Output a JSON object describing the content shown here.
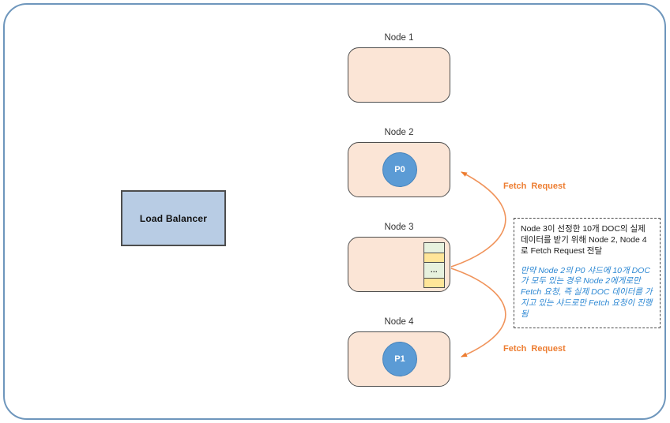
{
  "load_balancer": {
    "label": "Load Balancer"
  },
  "nodes": [
    {
      "label": "Node 1"
    },
    {
      "label": "Node 2",
      "shard": "P0"
    },
    {
      "label": "Node 3",
      "buffer_dots": "..."
    },
    {
      "label": "Node 4",
      "shard": "P1"
    }
  ],
  "fetch_requests": [
    {
      "label": "Fetch Request"
    },
    {
      "label": "Fetch Request"
    }
  ],
  "note": {
    "primary_text": "Node 3이 선정한 10개 DOC의 실제 데이터를 받기 위해 Node 2, Node 4로 Fetch Request 전달",
    "secondary_text": "만약 Node 2의 P0 샤드에 10개 DOC가 모두 있는 경우 Node 2에게로만 Fetch 요청, 즉 실제 DOC 데이터를 가지고 있는 샤드로만 Fetch 요청이 진행됨"
  },
  "colors": {
    "node_fill": "#FBE5D6",
    "node_border": "#4D4D4D",
    "shard_fill": "#5B9BD5",
    "shard_border": "#4583BC",
    "load_balancer_fill": "#B8CCE4",
    "table_green": "#E7F1DE",
    "table_yellow": "#FFE599",
    "arrow_orange": "#ED7D31",
    "arrow_line": "#F0935A",
    "note_blue": "#2B87D3",
    "frame_border": "#6E96BC"
  }
}
